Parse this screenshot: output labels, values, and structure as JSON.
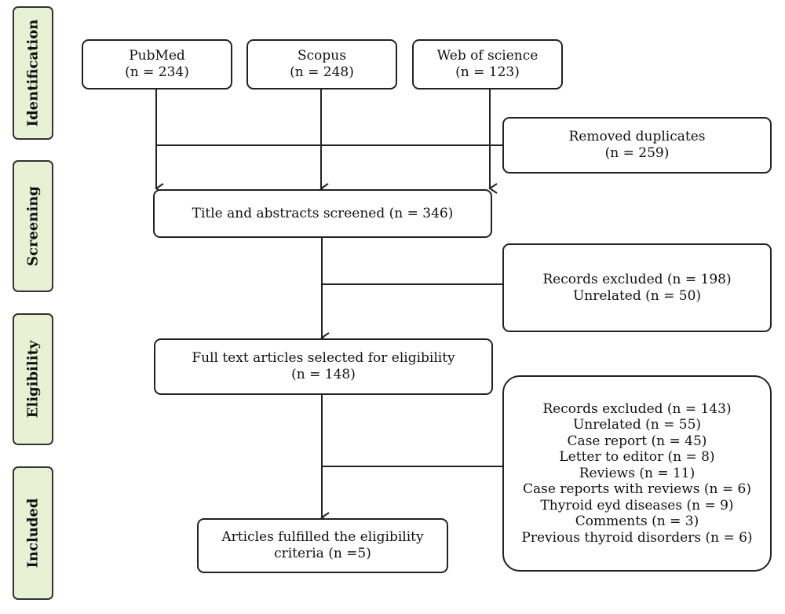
{
  "phases": {
    "identification": "Identification",
    "screening": "Screening",
    "eligibility": "Eligibility",
    "included": "Included"
  },
  "sources": [
    {
      "name": "PubMed",
      "count": "(n = 234)"
    },
    {
      "name": "Scopus",
      "count": "(n = 248)"
    },
    {
      "name": "Web of science",
      "count": "(n = 123)"
    }
  ],
  "duplicates": {
    "label": "Removed duplicates",
    "count": "(n = 259)"
  },
  "screened": {
    "label": "Title and abstracts screened (n = 346)"
  },
  "excluded_screening": {
    "lines": [
      "Records excluded (n = 198)",
      "Unrelated (n = 50)"
    ]
  },
  "full_text": {
    "label": "Full text articles selected for eligibility",
    "count": "(n = 148)"
  },
  "excluded_eligibility": {
    "lines": [
      "Records excluded (n = 143)",
      "Unrelated (n = 55)",
      "Case report (n = 45)",
      "Letter to editor (n = 8)",
      "Reviews (n = 11)",
      "Case reports with reviews (n = 6)",
      "Thyroid eyd diseases (n = 9)",
      "Comments (n = 3)",
      "Previous thyroid disorders (n = 6)"
    ]
  },
  "included_box": {
    "line1": "Articles fulfilled the eligibility",
    "line2": "criteria (n =5)"
  }
}
